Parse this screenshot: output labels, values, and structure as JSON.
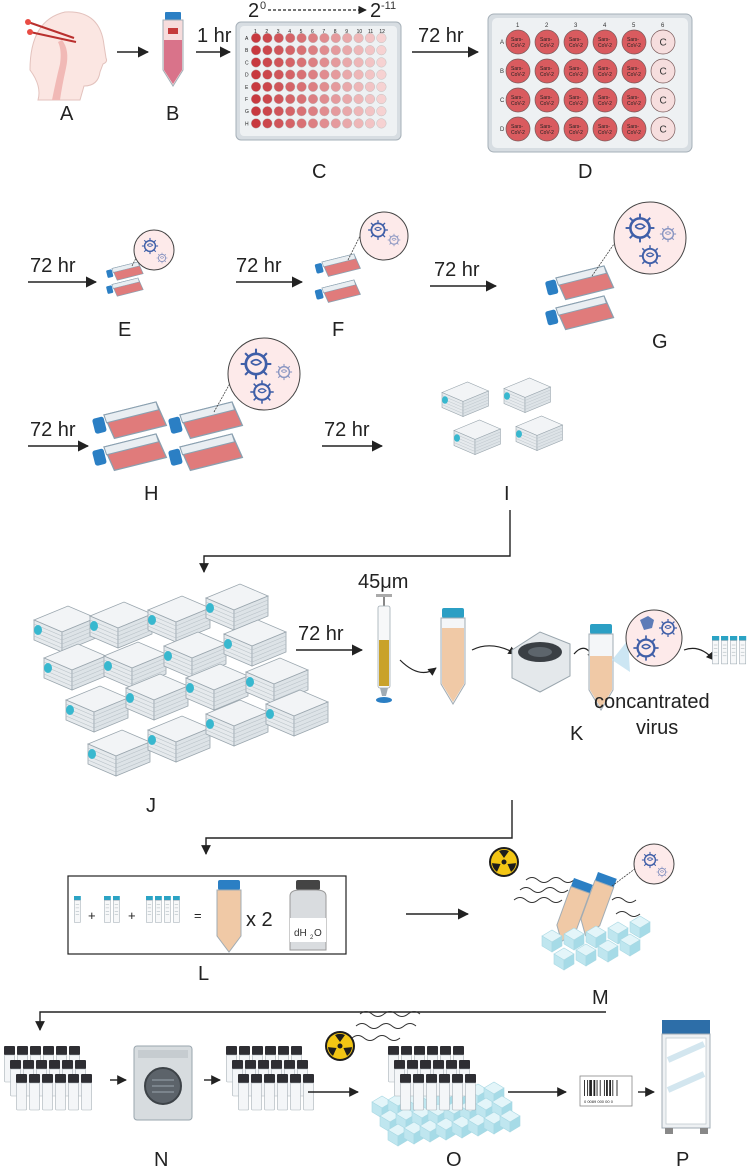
{
  "steps": {
    "A": "A",
    "B": "B",
    "C": "C",
    "D": "D",
    "E": "E",
    "F": "F",
    "G": "G",
    "H": "H",
    "I": "I",
    "J": "J",
    "K": "K",
    "L": "L",
    "M": "M",
    "N": "N",
    "O": "O",
    "P": "P"
  },
  "durations": {
    "t1": "1 hr",
    "t72": "72 hr"
  },
  "dilution": {
    "start_base": "2",
    "start_exp": "0",
    "end_base": "2",
    "end_exp": "-11"
  },
  "plate96": {
    "cols": [
      "1",
      "2",
      "3",
      "4",
      "5",
      "6",
      "7",
      "8",
      "9",
      "10",
      "11",
      "12"
    ],
    "rows": [
      "A",
      "B",
      "C",
      "D",
      "E",
      "F",
      "G",
      "H"
    ]
  },
  "plate24": {
    "cols": [
      "1",
      "2",
      "3",
      "4",
      "5",
      "6"
    ],
    "rows": [
      "A",
      "B",
      "C",
      "D"
    ],
    "well_text_line1": "Sars-",
    "well_text_line2": "CoV-2",
    "control_text": "C"
  },
  "filter_label": "45μm",
  "concentrated_label_1": "concantrated",
  "concentrated_label_2": "virus",
  "mix": {
    "plus": "+",
    "equals": "=",
    "times": "x 2",
    "water": "dH",
    "water_sub": "2",
    "water_end": "O"
  },
  "barcode_text": "0 0089 000 00 0",
  "colors": {
    "well_dark": "#c8393f",
    "well_light": "#f0c4c4",
    "flask_red": "#e07b7b",
    "cap_blue": "#2b7fc4",
    "virus": "#3f5fa8",
    "ice": "#bfe6ef",
    "arrow": "#222222"
  }
}
